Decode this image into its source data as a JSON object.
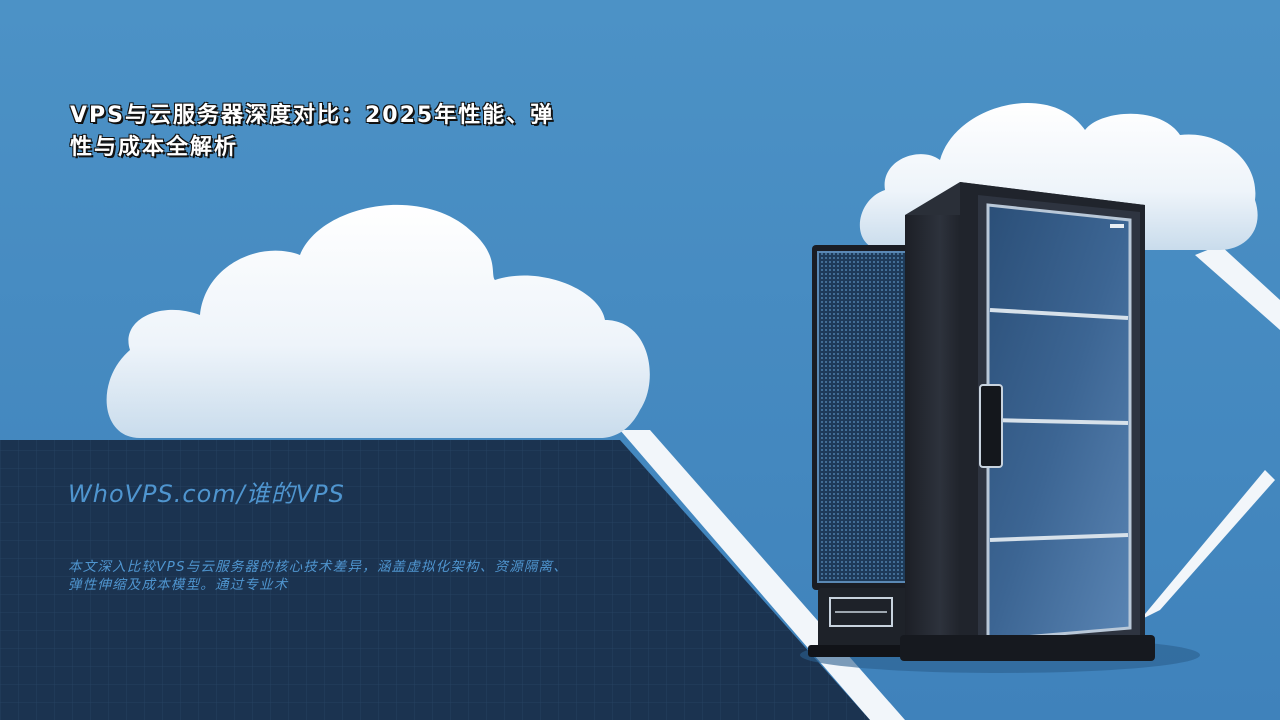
{
  "hero": {
    "title": "VPS与云服务器深度对比：2025年性能、弹性与成本全解析",
    "brand": "WhoVPS.com/谁的VPS",
    "description": "本文深入比较VPS与云服务器的核心技术差异，涵盖虚拟化架构、资源隔离、弹性伸缩及成本模型。通过专业术"
  },
  "icons": [
    "cloud-icon",
    "server-rack-icon",
    "server-tower-icon"
  ],
  "colors": {
    "sky": "#4a8fc3",
    "panel": "#1b3350",
    "accent_text": "#4f95cf",
    "cloud": "#ffffff"
  }
}
